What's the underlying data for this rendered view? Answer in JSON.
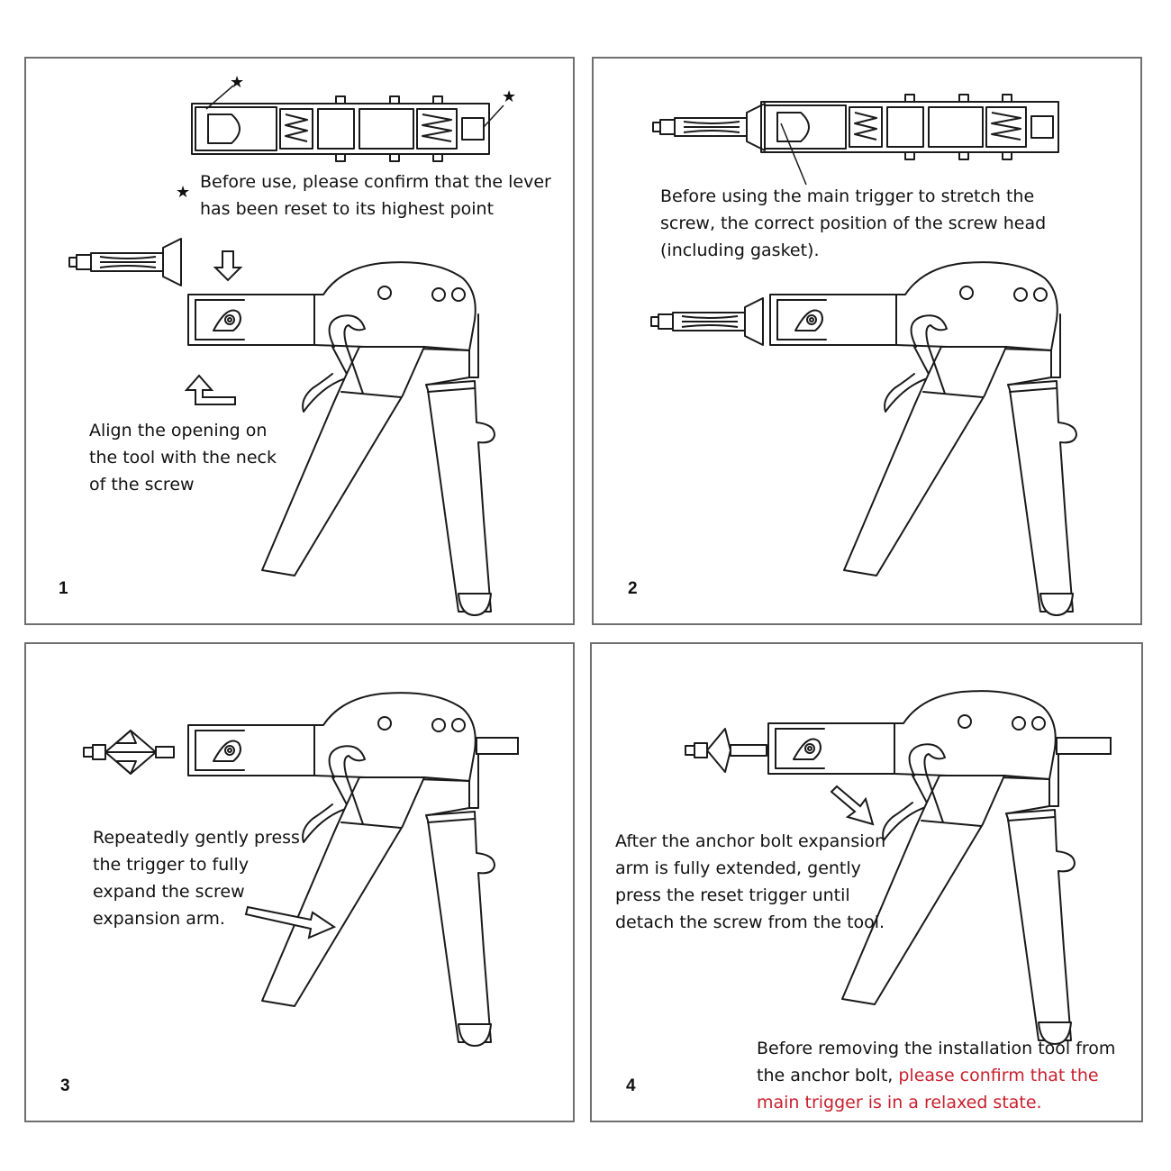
{
  "panels": [
    {
      "number": "1",
      "star_symbol": "★",
      "note_line1": "Before use, please confirm that the lever",
      "note_line2": "has been reset to its highest point",
      "caption": [
        "Align the opening on",
        "the tool with the neck",
        "of the screw"
      ]
    },
    {
      "number": "2",
      "caption": [
        "Before using the main trigger to stretch the",
        "screw, the correct position of the screw head",
        "(including gasket)."
      ]
    },
    {
      "number": "3",
      "caption": [
        "Repeatedly gently press",
        "the trigger to fully",
        "expand the screw",
        "expansion arm."
      ]
    },
    {
      "number": "4",
      "caption": [
        "After the anchor bolt expansion",
        "arm is fully extended, gently",
        "press the reset trigger until",
        "detach the screw from the tool."
      ],
      "warning_line1": "Before removing the installation tool from",
      "warning_line2_normal": "the anchor bolt, ",
      "warning_line2_red": "please confirm that the",
      "warning_line3_red": "main trigger is in a relaxed state."
    }
  ],
  "colors": {
    "line": "#1a1a1a",
    "border": "#6f6f6f",
    "warning": "#c8202e"
  }
}
